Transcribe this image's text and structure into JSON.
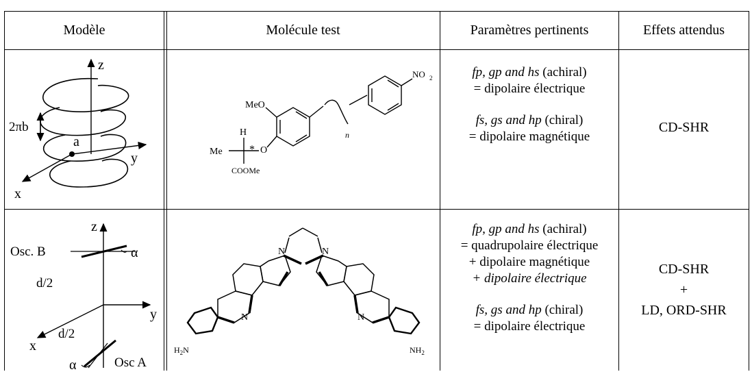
{
  "headers": [
    "Modèle",
    "Molécule test",
    "Paramètres pertinents",
    "Effets attendus"
  ],
  "row1": {
    "model": {
      "z": "z",
      "y": "y",
      "x": "x",
      "a": "a",
      "pitch": "2πb"
    },
    "molecule": {
      "group_top": "NO",
      "group_top_sub": "2",
      "meo": "MeO",
      "h": "H",
      "me": "Me",
      "star": "*",
      "o": "O",
      "coome": "COOMe",
      "n": "n"
    },
    "params": {
      "achiral_vars": "fp, gp and hs",
      "achiral_tag": "(achiral)",
      "achiral_desc": "= dipolaire électrique",
      "chiral_vars": "fs, gs and hp",
      "chiral_tag": "(chiral)",
      "chiral_desc": "= dipolaire magnétique"
    },
    "effects": [
      "CD-SHR"
    ]
  },
  "row2": {
    "model": {
      "z": "z",
      "y": "y",
      "x": "x",
      "osc_b": "Osc. B",
      "osc_a": "Osc  A",
      "alpha": "α",
      "d2": "d/2"
    },
    "molecule": {
      "n": "N",
      "h2n": "H",
      "h2n_sub": "2",
      "h2n_n": "N",
      "nh2": "NH",
      "nh2_sub": "2"
    },
    "params": {
      "achiral_vars": "fp, gp and hs",
      "achiral_tag": "(achiral)",
      "line1": "= quadrupolaire électrique",
      "line2": "+ dipolaire magnétique",
      "line3": "+ dipolaire électrique",
      "chiral_vars": "fs, gs and hp",
      "chiral_tag": "(chiral)",
      "chiral_desc": "= dipolaire électrique"
    },
    "effects": [
      "CD-SHR",
      "+",
      "LD, ORD-SHR"
    ]
  }
}
